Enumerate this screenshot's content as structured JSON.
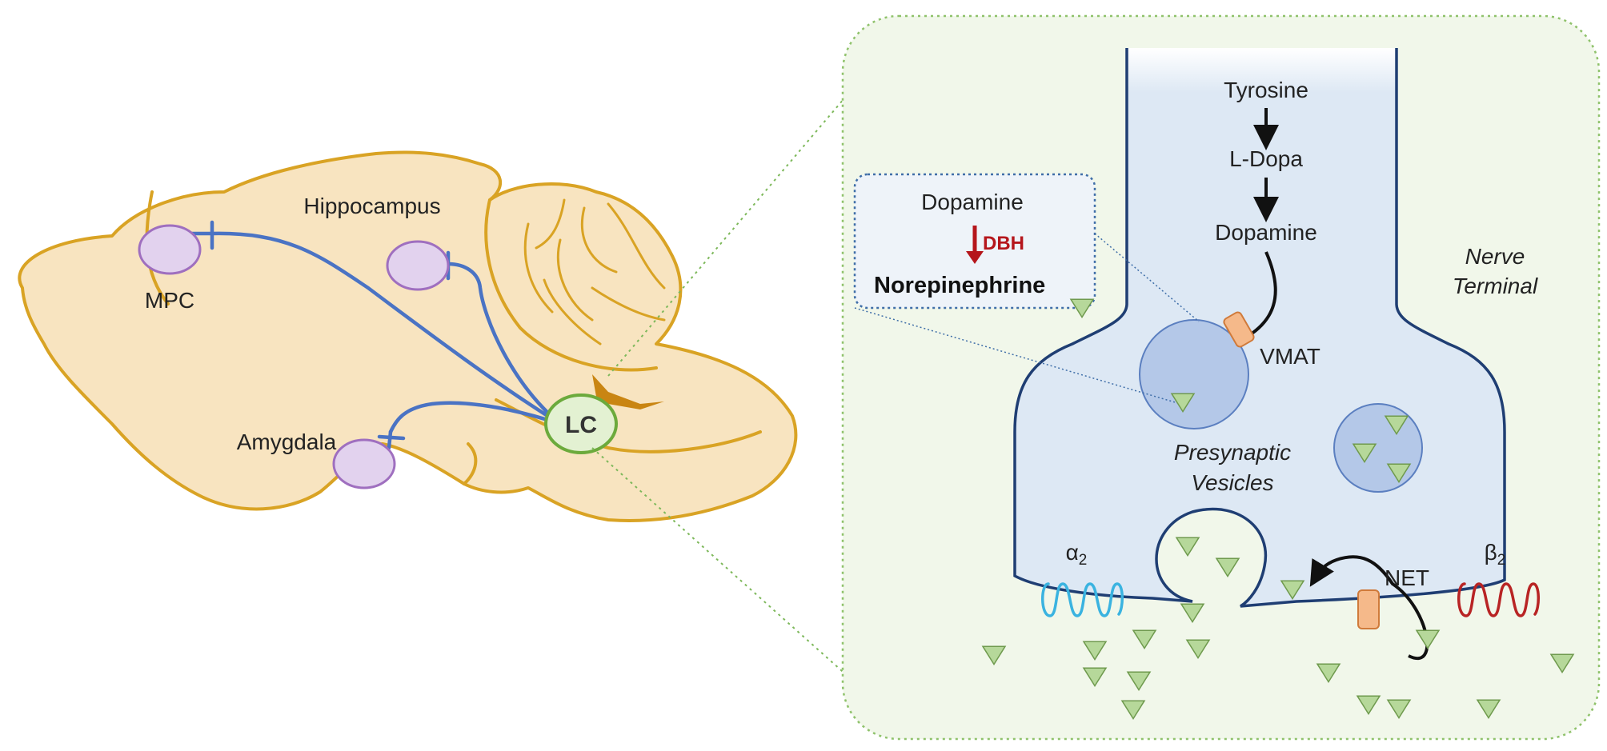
{
  "brain": {
    "regions": {
      "mpc": "MPC",
      "hippocampus": "Hippocampus",
      "amygdala": "Amygdala",
      "lc": "LC"
    }
  },
  "terminal": {
    "pathway": {
      "tyrosine": "Tyrosine",
      "ldopa": "L-Dopa",
      "dopamine": "Dopamine"
    },
    "inset": {
      "dopamine": "Dopamine",
      "enzyme": "DBH",
      "product": "Norepinephrine"
    },
    "labels": {
      "nerve": "Nerve",
      "terminal": "Terminal",
      "vmat": "VMAT",
      "presynaptic": "Presynaptic",
      "vesicles": "Vesicles",
      "net": "NET",
      "alpha_base": "α",
      "alpha_sub": "2",
      "beta_base": "β",
      "beta_sub": "2"
    }
  },
  "colors": {
    "brain_fill": "#f8e4c0",
    "brain_outline": "#d9a324",
    "projection": "#4a73c4",
    "region_fill": "#e2d2ee",
    "region_stroke": "#9f6fbf",
    "lc_fill": "#e3f1d2",
    "lc_stroke": "#6caa3c",
    "panel_bg": "#f1f7ea",
    "panel_border": "#8fc26b",
    "terminal_fill": "#dde8f4",
    "vesicle_fill": "#b4c8e8",
    "ne_triangle": "#b6d89a",
    "alpha2": "#3ab3e0",
    "beta2": "#b82424",
    "transporter": "#f5b98a"
  }
}
